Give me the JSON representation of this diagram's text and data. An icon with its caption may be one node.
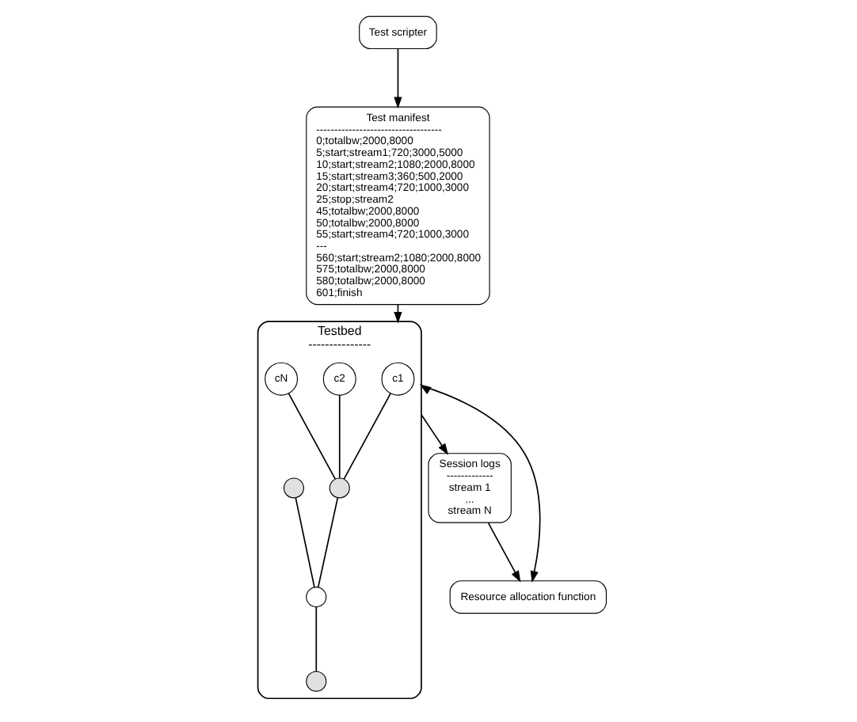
{
  "diagram": {
    "nodes": [
      {
        "text": [
          "Testbed",
          "---------------"
        ]
      },
      {
        "text": [
          "c1"
        ],
        "in": 0
      },
      {
        "text": [
          "c2"
        ],
        "in": 0
      },
      {
        "text": [
          "cN"
        ],
        "in": 0
      },
      {
        "text": [],
        "shape": "circle",
        "in": 0
      },
      {
        "text": [],
        "shape": "circle",
        "in": 0
      },
      {
        "text": [],
        "shape": "circle",
        "in": 0
      },
      {
        "text": [],
        "shape": "circle",
        "in": 0
      },
      {
        "text": [
          "Test scripter"
        ]
      },
      {
        "text": [
          "Test manifest",
          "-----------------------------------",
          "0;totalbw;2000,8000",
          "5;start;stream1;720;3000,5000",
          "10;start;stream2;1080;2000,8000",
          "15;start;stream3;360;500,2000",
          "20;start;stream4;720;1000,3000",
          "25;stop;stream2",
          "45;totalbw;2000,8000",
          "50;totalbw;2000,8000",
          "55;start;stream4;720;1000,3000",
          "---",
          "560;start;stream2;1080;2000,8000",
          "575;totalbw;2000,8000",
          "580;totalbw;2000,8000",
          "601;finish"
        ]
      },
      {
        "text": [
          "Session logs",
          "-------------",
          "stream 1",
          "...",
          "stream N"
        ]
      },
      {
        "text": [
          "Resource allocation function"
        ]
      }
    ],
    "edges": [
      {
        "from": 1,
        "to": 4,
        "arrow": "none"
      },
      {
        "from": 2,
        "to": 4,
        "arrow": "none"
      },
      {
        "from": 3,
        "to": 4,
        "arrow": "none"
      },
      {
        "from": 4,
        "to": 6,
        "arrow": "none"
      },
      {
        "from": 5,
        "to": 6,
        "arrow": "none"
      },
      {
        "from": 6,
        "to": 7,
        "arrow": "none"
      },
      {
        "from": 8,
        "to": 9,
        "arrow": "to"
      },
      {
        "from": 9,
        "to": 0,
        "arrow": "to"
      },
      {
        "from": 0,
        "to": 10,
        "arrow": "to"
      },
      {
        "from": 10,
        "to": 11,
        "arrow": "to"
      },
      {
        "from": 0,
        "to": 11,
        "arrow": "both"
      }
    ]
  }
}
